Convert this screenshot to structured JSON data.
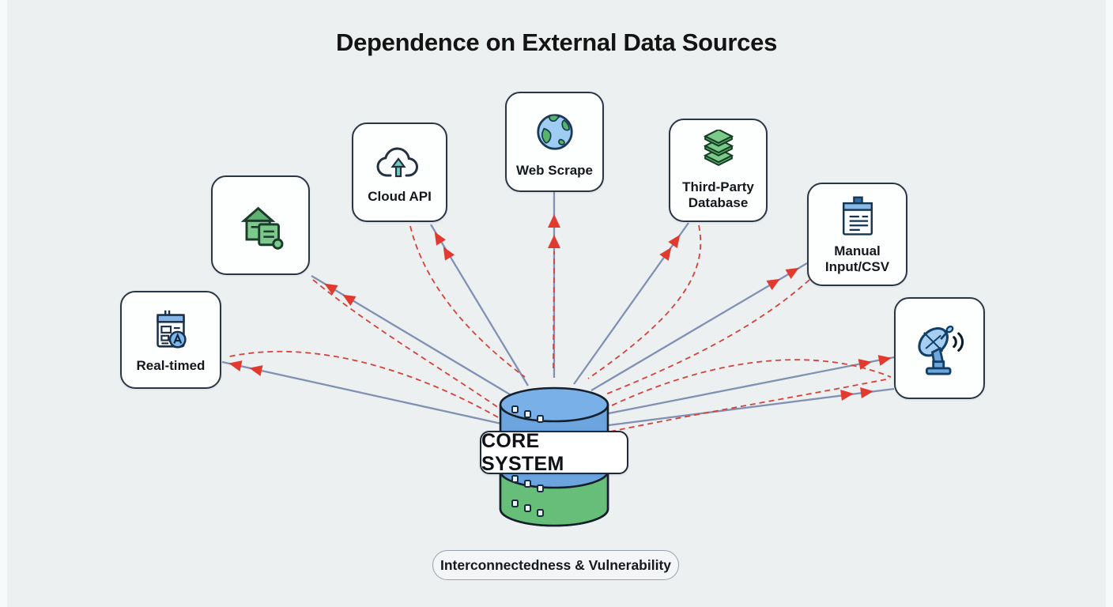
{
  "title": "Dependence on External Data Sources",
  "core": {
    "label": "CORE SYSTEM"
  },
  "caption": "Interconnectedness & Vulnerability",
  "nodes": [
    {
      "id": "real-time-feed",
      "label": "Real-timed",
      "icon": "news-feed-icon"
    },
    {
      "id": "house-documents",
      "label": "",
      "icon": "house-documents-icon"
    },
    {
      "id": "cloud-api",
      "label": "Cloud API",
      "icon": "cloud-upload-icon"
    },
    {
      "id": "web-scrape",
      "label": "Web Scrape",
      "icon": "globe-icon"
    },
    {
      "id": "third-party-database",
      "label": "Third-Party Database",
      "icon": "layers-stack-icon"
    },
    {
      "id": "manual-input-csv",
      "label": "Manual Input/CSV",
      "icon": "clipboard-icon"
    },
    {
      "id": "satellite-feed",
      "label": "",
      "icon": "satellite-dish-icon"
    }
  ],
  "colors": {
    "background": "#edf0f1",
    "solid_link": "#8191b4",
    "dashed_link": "#d4423b",
    "arrowhead": "#e23a2e",
    "cylinder_blue": "#6ba4de",
    "cylinder_top": "#79b0e8",
    "cylinder_green": "#66be79",
    "node_border": "#2a3644",
    "node_background": "#fdfefe"
  }
}
